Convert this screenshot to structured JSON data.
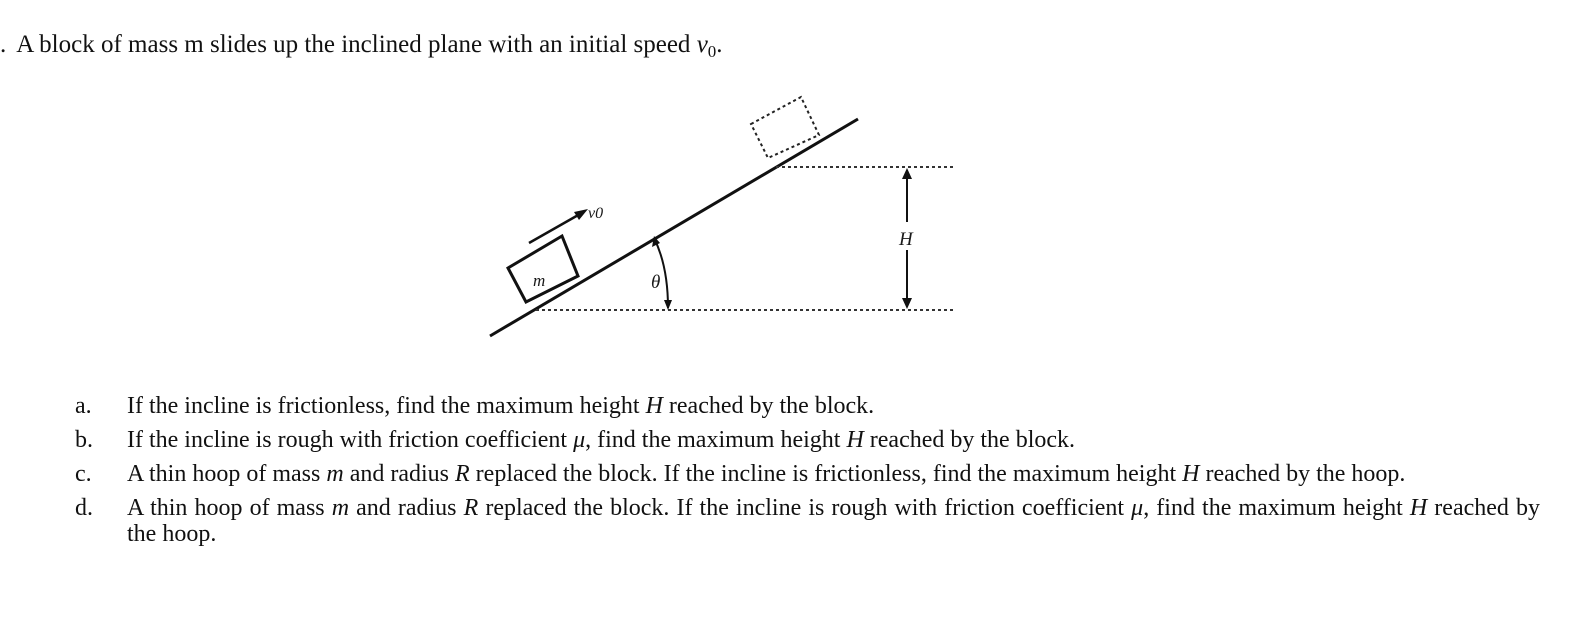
{
  "intro": {
    "lead": ".",
    "text": "A block of mass m slides up the inclined plane with an initial speed ",
    "speed_symbol": "v",
    "speed_subscript": "0",
    "end": "."
  },
  "figure": {
    "block_label": "m",
    "velocity_label": "v0",
    "angle_label": "θ",
    "height_label": "H"
  },
  "questions": [
    {
      "marker": "a.",
      "parts": [
        "If the incline is frictionless, find the maximum height ",
        "H",
        " reached by the block."
      ]
    },
    {
      "marker": "b.",
      "parts": [
        "If the incline is rough with friction coefficient ",
        "μ",
        ", find the maximum height ",
        "H",
        " reached by the block."
      ]
    },
    {
      "marker": "c.",
      "parts": [
        "A thin hoop of mass ",
        "m",
        " and radius ",
        "R",
        " replaced the block. If the incline is frictionless, find the maximum height ",
        "H",
        " reached by the hoop."
      ]
    },
    {
      "marker": "d.",
      "parts": [
        "A thin hoop of mass ",
        "m",
        " and radius ",
        "R",
        " replaced the block. If the incline is rough with friction coefficient ",
        "μ",
        ", find the maximum height ",
        "H",
        " reached by the hoop."
      ]
    }
  ]
}
